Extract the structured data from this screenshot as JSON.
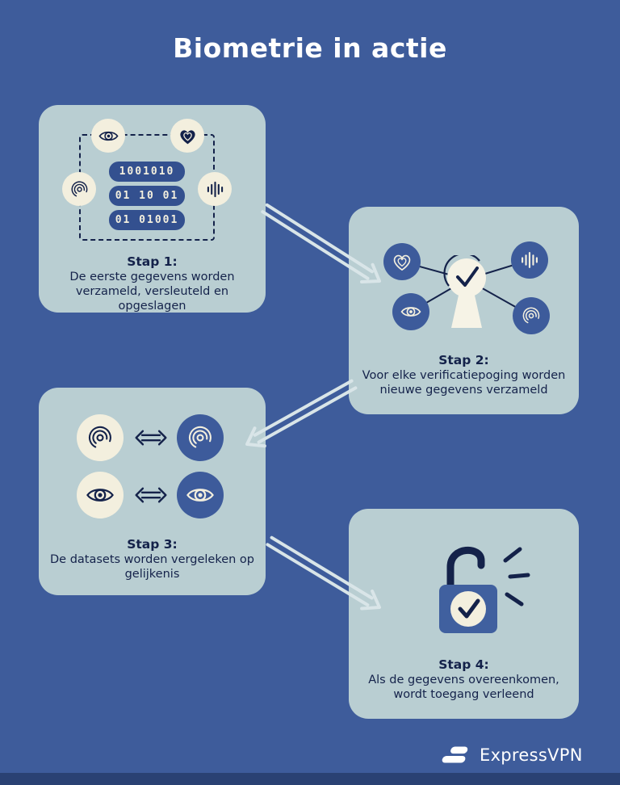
{
  "page": {
    "title": "Biometrie in actie",
    "colors": {
      "background": "#3E5C9B",
      "card": "#B9CED2",
      "navy": "#14224A",
      "medium_blue": "#3D5B9B",
      "chip_blue": "#33508F",
      "cream": "#F3EFDE",
      "white": "#FFFFFF",
      "footer_bar": "#2A4173",
      "arrow": "#D9E5E8"
    }
  },
  "steps": [
    {
      "heading": "Stap 1:",
      "body": "De eerste gegevens worden verzameld, versleuteld en opgeslagen",
      "binary_lines": [
        "1001010",
        "01 10 01",
        "01 01001"
      ],
      "icons": [
        "eye-icon",
        "heart-icon",
        "fingerprint-icon",
        "voice-icon",
        "dashed-scan-frame"
      ]
    },
    {
      "heading": "Stap 2:",
      "body": "Voor elke verificatiepoging worden nieuwe gegevens verzameld",
      "icons": [
        "heart-icon",
        "voice-icon",
        "eye-icon",
        "fingerprint-icon",
        "keyhole-check-icon"
      ]
    },
    {
      "heading": "Stap 3:",
      "body": "De datasets worden vergeleken op gelijkenis",
      "icons": [
        "fingerprint-icon",
        "compare-arrows-icon",
        "eye-icon"
      ]
    },
    {
      "heading": "Stap 4:",
      "body": "Als de gegevens overeenkomen, wordt toegang verleend",
      "icons": [
        "unlocked-padlock-icon",
        "checkmark-icon",
        "emphasis-lines-icon"
      ]
    }
  ],
  "footer": {
    "brand": "ExpressVPN"
  }
}
